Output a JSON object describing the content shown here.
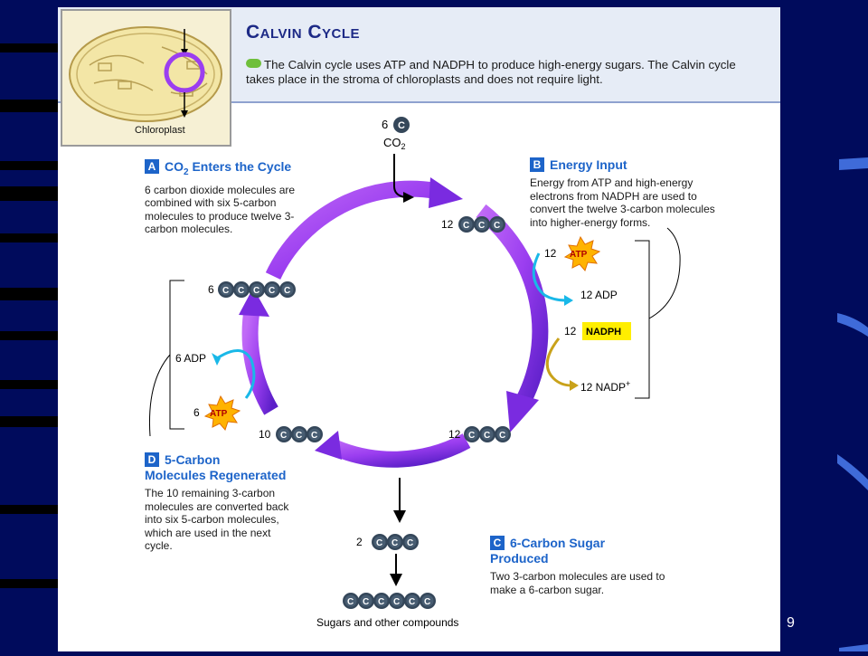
{
  "title": "Calvin Cycle",
  "intro": "The Calvin cycle uses ATP and NADPH to produce high-energy sugars. The Calvin cycle takes place in the stroma of chloroplasts and does not require light.",
  "thumbnail": {
    "label": "Chloroplast"
  },
  "section_a": {
    "letter": "A",
    "heading": "CO2 Enters the Cycle",
    "heading_main": "CO",
    "heading_sub": "2",
    "heading_rest": " Enters the Cycle",
    "text": "6 carbon dioxide molecules are combined with six 5-carbon molecules to produce twelve 3-carbon molecules."
  },
  "section_b": {
    "letter": "B",
    "heading": "Energy Input",
    "text": "Energy from ATP and high-energy electrons from NADPH are used to convert the twelve 3-carbon molecules into higher-energy forms."
  },
  "section_c": {
    "letter": "C",
    "heading_line1": "6-Carbon Sugar",
    "heading_line2": "Produced",
    "text": "Two 3-carbon molecules are used to make a 6-carbon sugar."
  },
  "section_d": {
    "letter": "D",
    "heading_line1": "5-Carbon",
    "heading_line2": "Molecules Regenerated",
    "text": "The 10 remaining 3-carbon molecules are converted back into six 5-carbon molecules, which are used in the next cycle."
  },
  "co2_input": {
    "count": "6",
    "atom": "C",
    "formula_main": "CO",
    "formula_sub": "2"
  },
  "molecule_counts": {
    "top": "12",
    "right": "12",
    "bottom_left": "10",
    "left": "6",
    "output": "2"
  },
  "carbon_symbol": "C",
  "energy_labels": {
    "atp_12_count": "12",
    "atp": "ATP",
    "adp_12": "12 ADP",
    "nadph_12_count": "12",
    "nadph": "NADPH",
    "nadp_12": "12 NADP",
    "nadp_sup": "+",
    "adp_6": "6 ADP",
    "atp_6_count": "6"
  },
  "output_label": "Sugars and other compounds",
  "slide_number": "9",
  "colors": {
    "cycle_arrow": "#9b3ef0",
    "cycle_arrow_dark": "#5b1fc8",
    "molecule": "#35475a",
    "atp_star": "#ffb300",
    "nadph_box": "#ffee00",
    "accent_blue": "#1d64c9"
  }
}
